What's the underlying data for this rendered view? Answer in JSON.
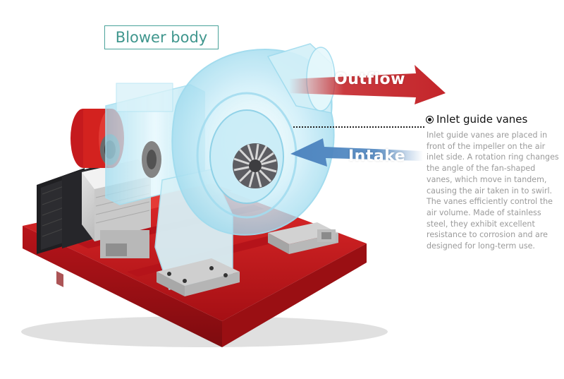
{
  "title": "Blower body",
  "arrows": {
    "outflow": "Outflow",
    "intake": "Intake"
  },
  "callout": {
    "heading": "Inlet guide vanes",
    "body": "Inlet guide vanes are placed in front of the impeller on the air inlet side. A rotation ring changes the angle of the fan-shaped vanes, which move in tandem, causing the air taken in to swirl. The vanes efficiently control the air volume. Made of stainless steel, they exhibit excellent resistance to corrosion and are designed for long-term use."
  },
  "colors": {
    "frame_red": "#c8161b",
    "arrow_red": "#c4252a",
    "arrow_blue": "#4f86c0",
    "glass_cyan": "#bfe8f4",
    "title_teal": "#3f968d"
  }
}
